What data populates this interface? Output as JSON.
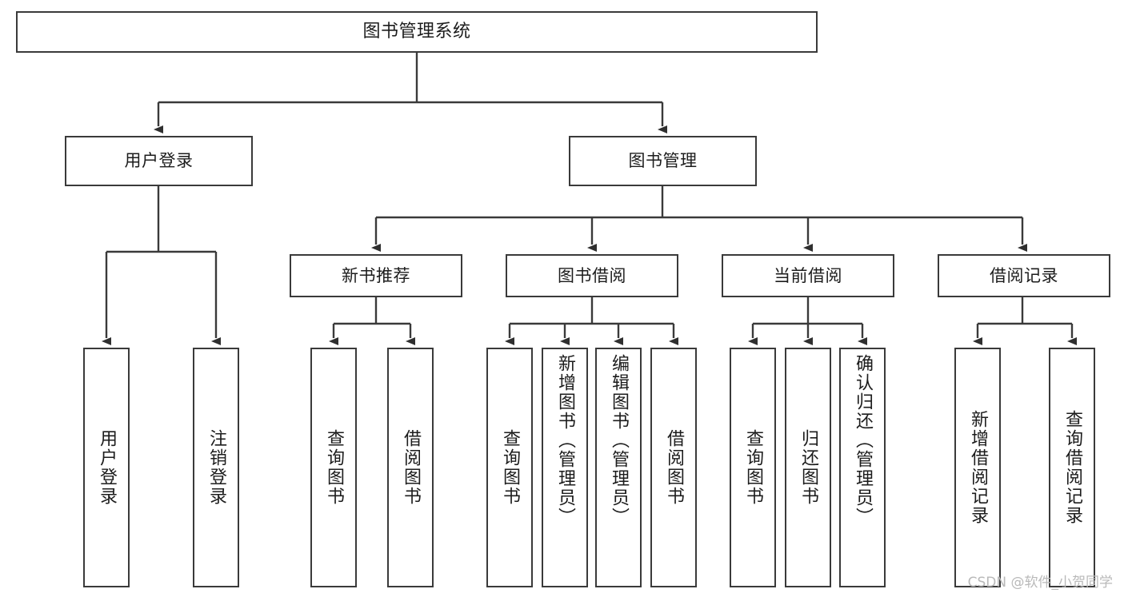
{
  "diagram": {
    "title": "图书管理系统",
    "type": "tree-hierarchy",
    "background_color": "#ffffff",
    "line_color": "#3a3a3a",
    "text_color": "#1c1c1c"
  },
  "nodes": {
    "root": {
      "label": "图书管理系统"
    },
    "level2": [
      {
        "id": "user-login",
        "label": "用户登录"
      },
      {
        "id": "book-manage",
        "label": "图书管理"
      }
    ],
    "level3": [
      {
        "id": "new-book-recommend",
        "label": "新书推荐"
      },
      {
        "id": "book-borrow",
        "label": "图书借阅"
      },
      {
        "id": "current-borrow",
        "label": "当前借阅"
      },
      {
        "id": "borrow-record",
        "label": "借阅记录"
      }
    ],
    "leaves": [
      {
        "id": "leaf-user-login",
        "label": "用户登录"
      },
      {
        "id": "leaf-logout-login",
        "label": "注销登录"
      },
      {
        "id": "leaf-query-book-1",
        "label": "查询图书"
      },
      {
        "id": "leaf-borrow-book-1",
        "label": "借阅图书"
      },
      {
        "id": "leaf-query-book-2",
        "label": "查询图书"
      },
      {
        "id": "leaf-add-book-admin",
        "label": "新增图书（管理员）"
      },
      {
        "id": "leaf-edit-book-admin",
        "label": "编辑图书（管理员）"
      },
      {
        "id": "leaf-borrow-book-2",
        "label": "借阅图书"
      },
      {
        "id": "leaf-query-book-3",
        "label": "查询图书"
      },
      {
        "id": "leaf-return-book",
        "label": "归还图书"
      },
      {
        "id": "leaf-confirm-return-admin",
        "label": "确认归还（管理员）"
      },
      {
        "id": "leaf-add-borrow-record",
        "label": "新增借阅记录"
      },
      {
        "id": "leaf-query-borrow-record",
        "label": "查询借阅记录"
      }
    ]
  },
  "watermark": {
    "text": "CSDN @软件_小贺同学"
  }
}
